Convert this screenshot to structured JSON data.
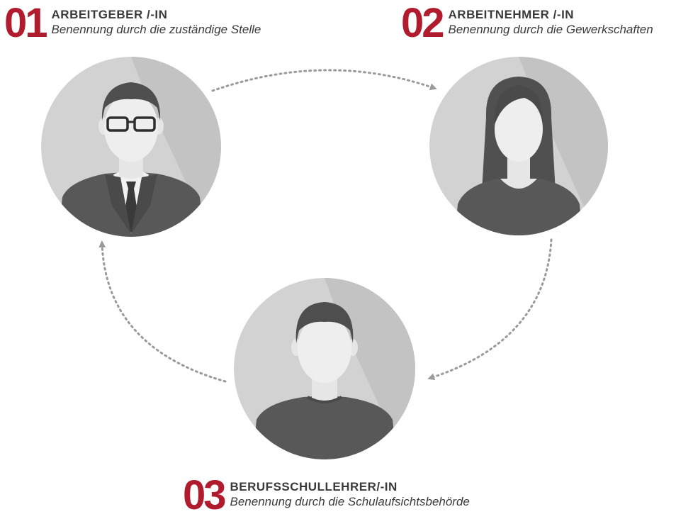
{
  "colors": {
    "accent": "#b01c2e",
    "text": "#3a3a3a",
    "connector": "#9a9a9a"
  },
  "roles": [
    {
      "number": "01",
      "title": "ARBEITGEBER /-IN",
      "description": "Benennung durch die zuständige Stelle",
      "icon": "businessman-with-glasses-icon"
    },
    {
      "number": "02",
      "title": "ARBEITNEHMER /-IN",
      "description": "Benennung durch die Gewerkschaften",
      "icon": "woman-long-hair-icon"
    },
    {
      "number": "03",
      "title": "BERUFSSCHULLEHRER/-IN",
      "description": "Benennung durch die Schulaufsichtsbehörde",
      "icon": "man-short-hair-icon"
    }
  ]
}
